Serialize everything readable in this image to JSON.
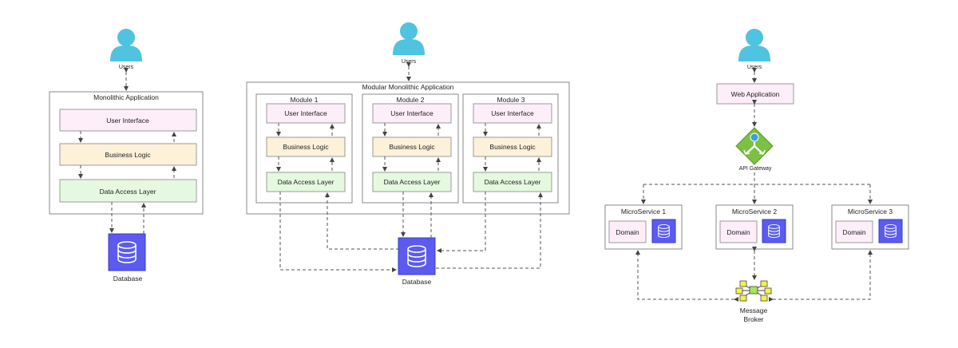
{
  "users_label": "Users",
  "mono": {
    "title": "Monolithic Application",
    "ui": "User Interface",
    "bl": "Business Logic",
    "dal": "Data Access Layer",
    "db": "Database"
  },
  "modular": {
    "title": "Modular Monolithic Application",
    "modules": [
      {
        "title": "Module 1",
        "ui": "User Interface",
        "bl": "Business Logic",
        "dal": "Data Access Layer"
      },
      {
        "title": "Module 2",
        "ui": "User Interface",
        "bl": "Business Logic",
        "dal": "Data Access Layer"
      },
      {
        "title": "Module 3",
        "ui": "User Interface",
        "bl": "Business Logic",
        "dal": "Data Access Layer"
      }
    ],
    "db": "Database"
  },
  "micro": {
    "web": "Web Application",
    "gateway": "API Gateway",
    "services": [
      {
        "title": "MicroService 1",
        "domain": "Domain"
      },
      {
        "title": "MicroService 2",
        "domain": "Domain"
      },
      {
        "title": "MicroService 3",
        "domain": "Domain"
      }
    ],
    "broker": "Message\nBroker"
  },
  "colors": {
    "user_icon": "#4fc3e0",
    "db_fill": "#5b5bf0",
    "gateway_green": "#7cc142",
    "broker_node": "#f5f24a"
  },
  "icons": [
    "user-icon",
    "database-icon",
    "api-gateway-icon",
    "message-broker-icon"
  ]
}
